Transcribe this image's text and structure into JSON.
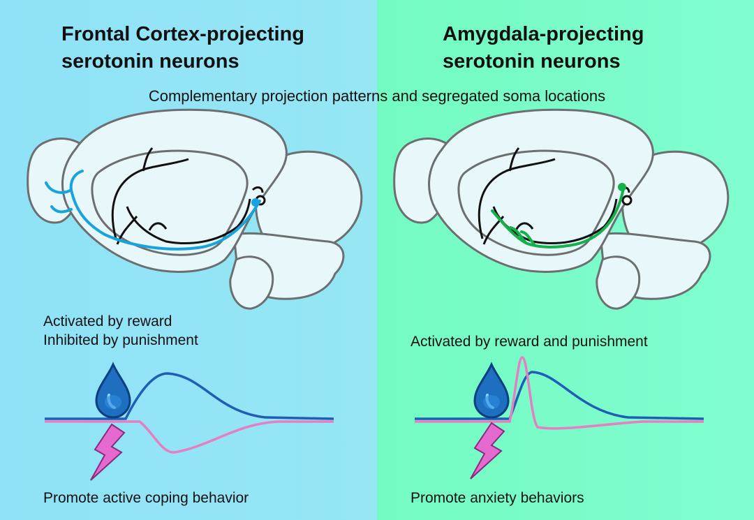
{
  "left": {
    "title_lines": [
      "Frontal Cortex-projecting",
      "serotonin neurons"
    ],
    "response_lines": [
      "Activated by reward",
      "Inhibited by punishment"
    ],
    "behavior": "Promote active coping behavior",
    "projection_color": "#19a3dc"
  },
  "right": {
    "title_lines": [
      "Amygdala-projecting",
      "serotonin neurons"
    ],
    "response_lines": [
      "Activated by reward and punishment"
    ],
    "behavior": "Promote anxiety behaviors",
    "projection_color": "#14b04a"
  },
  "shared": {
    "subtitle": "Complementary projection patterns and segregated soma locations"
  },
  "colors": {
    "left_background": "#90e3f6",
    "right_background": "#78fcc6",
    "reward_trace": "#1f5eb4",
    "punishment_trace": "#e57fc4",
    "brain_fill": "#e8f7f9",
    "brain_outline": "#6b6f70"
  },
  "icons": {
    "reward": "water-drop-icon",
    "punishment": "lightning-bolt-icon"
  }
}
